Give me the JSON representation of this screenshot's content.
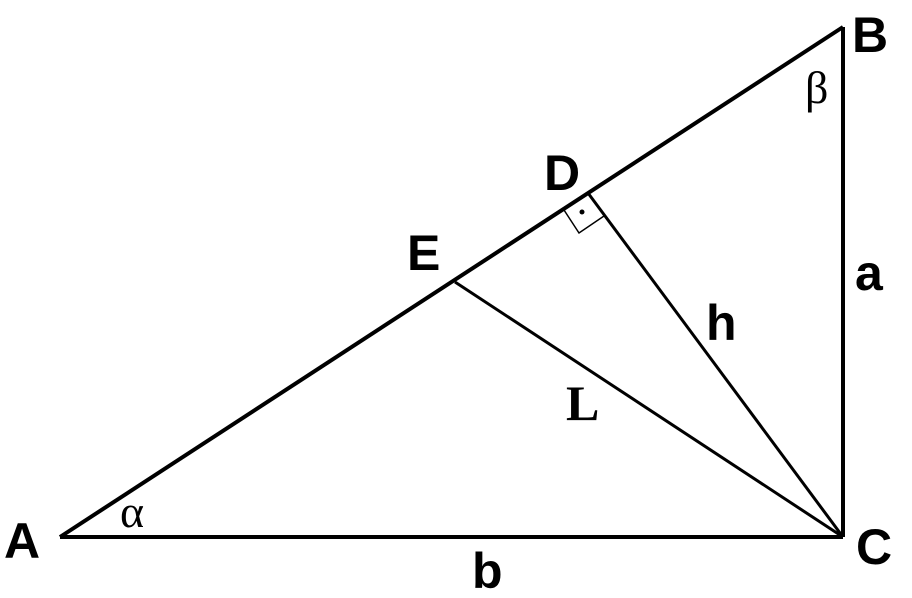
{
  "vertices": {
    "A": "A",
    "B": "B",
    "C": "C",
    "D": "D",
    "E": "E"
  },
  "sides": {
    "a": "a",
    "b": "b",
    "h": "h",
    "L": "L"
  },
  "angles": {
    "alpha": "α",
    "beta": "β"
  },
  "colors": {
    "line": "#000000",
    "background": "#ffffff"
  }
}
